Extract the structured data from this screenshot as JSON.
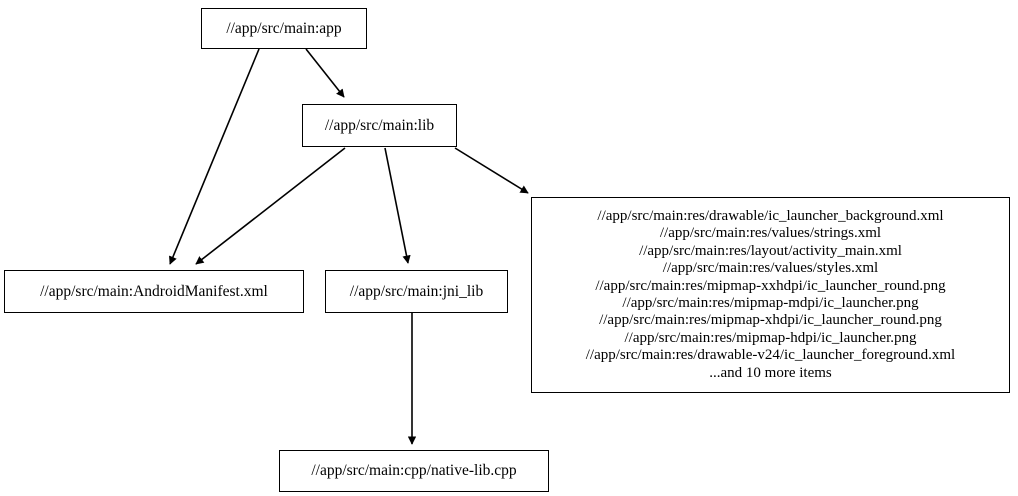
{
  "graph": {
    "type": "directed-dependency-graph",
    "background_color": "#ffffff",
    "node_border_color": "#000000",
    "edge_color": "#000000",
    "nodes": [
      {
        "id": "app",
        "label": "//app/src/main:app"
      },
      {
        "id": "lib",
        "label": "//app/src/main:lib"
      },
      {
        "id": "manifest",
        "label": "//app/src/main:AndroidManifest.xml"
      },
      {
        "id": "jni_lib",
        "label": "//app/src/main:jni_lib"
      },
      {
        "id": "native_lib_cpp",
        "label": "//app/src/main:cpp/native-lib.cpp"
      },
      {
        "id": "res_group",
        "label": "//app/src/main:res/drawable/ic_launcher_background.xml\n//app/src/main:res/values/strings.xml\n//app/src/main:res/layout/activity_main.xml\n//app/src/main:res/values/styles.xml\n//app/src/main:res/mipmap-xxhdpi/ic_launcher_round.png\n//app/src/main:res/mipmap-mdpi/ic_launcher.png\n//app/src/main:res/mipmap-xhdpi/ic_launcher_round.png\n//app/src/main:res/mipmap-hdpi/ic_launcher.png\n//app/src/main:res/drawable-v24/ic_launcher_foreground.xml\n...and 10 more items",
        "lines": [
          "//app/src/main:res/drawable/ic_launcher_background.xml",
          "//app/src/main:res/values/strings.xml",
          "//app/src/main:res/layout/activity_main.xml",
          "//app/src/main:res/values/styles.xml",
          "//app/src/main:res/mipmap-xxhdpi/ic_launcher_round.png",
          "//app/src/main:res/mipmap-mdpi/ic_launcher.png",
          "//app/src/main:res/mipmap-xhdpi/ic_launcher_round.png",
          "//app/src/main:res/mipmap-hdpi/ic_launcher.png",
          "//app/src/main:res/drawable-v24/ic_launcher_foreground.xml",
          "...and 10 more items"
        ]
      }
    ],
    "edges": [
      {
        "from": "app",
        "to": "manifest"
      },
      {
        "from": "app",
        "to": "lib"
      },
      {
        "from": "lib",
        "to": "manifest"
      },
      {
        "from": "lib",
        "to": "jni_lib"
      },
      {
        "from": "lib",
        "to": "res_group"
      },
      {
        "from": "jni_lib",
        "to": "native_lib_cpp"
      }
    ]
  }
}
